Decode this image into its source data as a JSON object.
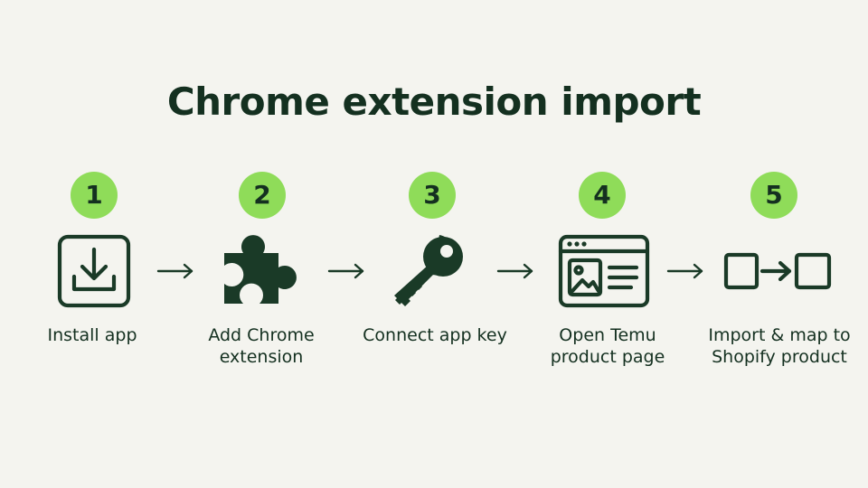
{
  "title": "Chrome extension import",
  "colors": {
    "background": "#f4f4ef",
    "text": "#143020",
    "badge": "#8fdc59",
    "icon": "#1a3a27"
  },
  "steps": [
    {
      "number": "1",
      "label": "Install app",
      "icon": "download-tray-icon"
    },
    {
      "number": "2",
      "label": "Add Chrome\nextension",
      "icon": "puzzle-piece-icon"
    },
    {
      "number": "3",
      "label": "Connect app key",
      "icon": "key-icon"
    },
    {
      "number": "4",
      "label": "Open Temu\nproduct page",
      "icon": "browser-product-page-icon"
    },
    {
      "number": "5",
      "label": "Import & map to\nShopify product",
      "icon": "square-arrow-square-icon"
    }
  ],
  "connector_icon": "right-arrow-icon"
}
